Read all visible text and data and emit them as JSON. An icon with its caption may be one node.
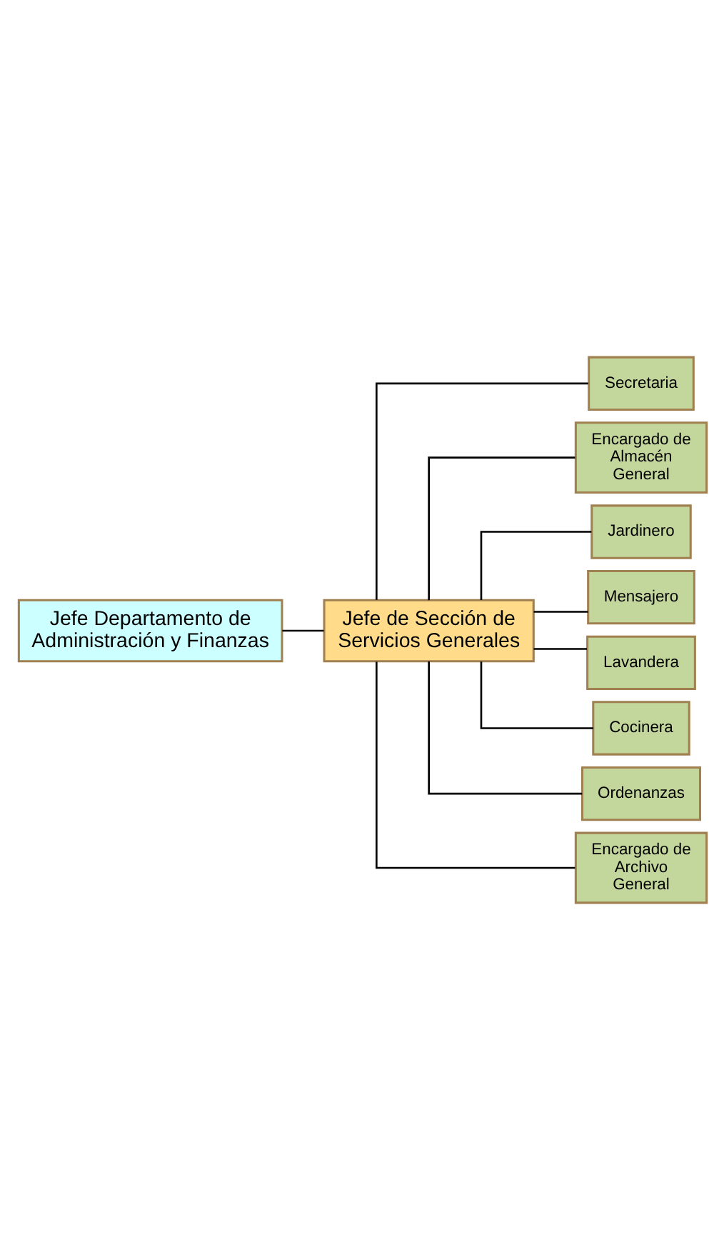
{
  "diagram": {
    "nodes": [
      {
        "text": [
          "Jefe Departamento de Administración y Finanzas"
        ]
      },
      {
        "text": [
          "Jefe de Sección de Servicios Generales"
        ]
      },
      {
        "text": [
          "Secretaria"
        ]
      },
      {
        "text": [
          "Encargado de Almacén General"
        ]
      },
      {
        "text": [
          "Jardinero"
        ]
      },
      {
        "text": [
          "Mensajero"
        ]
      },
      {
        "text": [
          "Lavandera"
        ]
      },
      {
        "text": [
          "Cocinera"
        ]
      },
      {
        "text": [
          "Ordenanzas"
        ]
      },
      {
        "text": [
          "Encargado de Archivo General"
        ]
      }
    ],
    "edges": [
      {
        "from": 0,
        "to": 1,
        "arrow": "none"
      },
      {
        "from": 1,
        "to": 2,
        "arrow": "none"
      },
      {
        "from": 1,
        "to": 3,
        "arrow": "none"
      },
      {
        "from": 1,
        "to": 4,
        "arrow": "none"
      },
      {
        "from": 1,
        "to": 5,
        "arrow": "none"
      },
      {
        "from": 1,
        "to": 6,
        "arrow": "none"
      },
      {
        "from": 1,
        "to": 7,
        "arrow": "none"
      },
      {
        "from": 1,
        "to": 8,
        "arrow": "none"
      },
      {
        "from": 1,
        "to": 9,
        "arrow": "none"
      }
    ]
  }
}
